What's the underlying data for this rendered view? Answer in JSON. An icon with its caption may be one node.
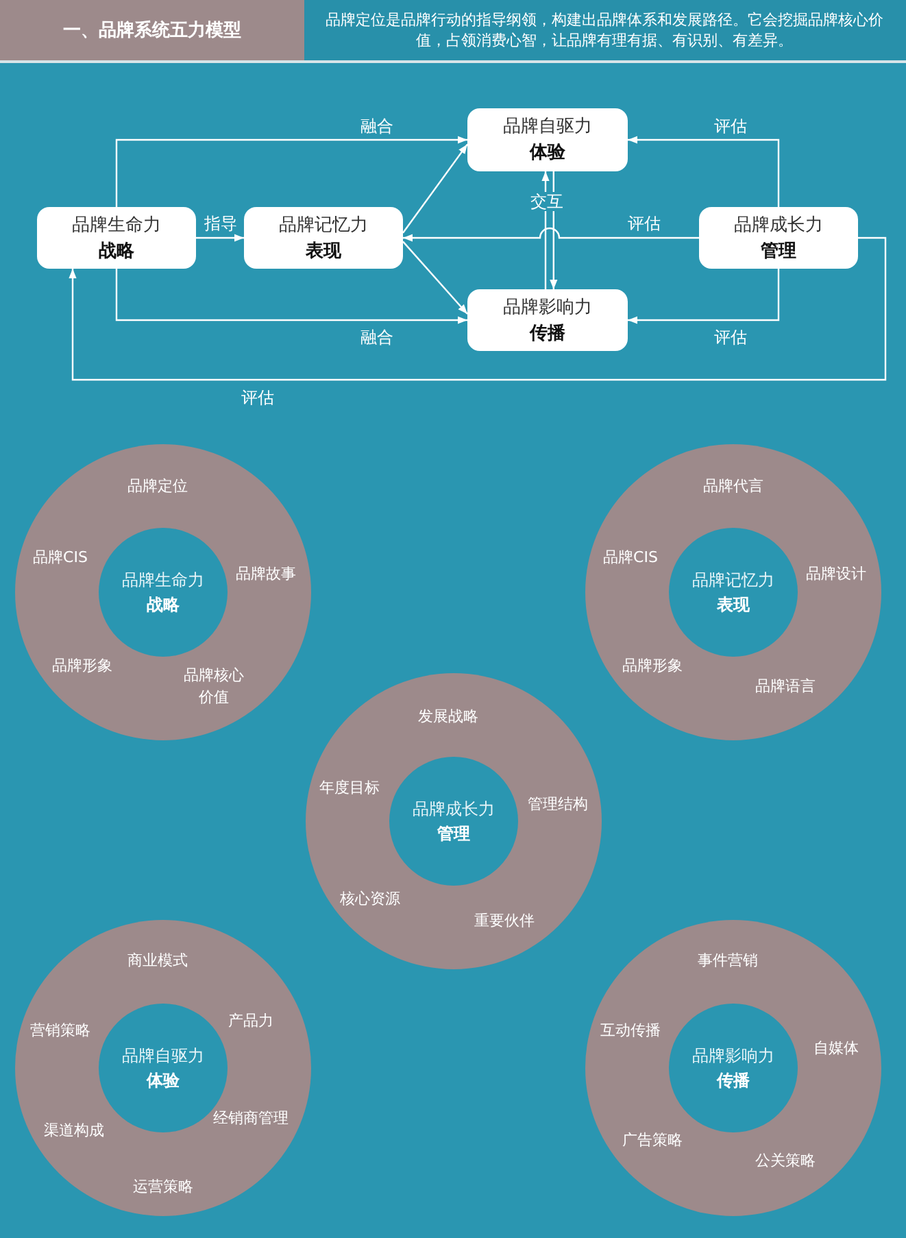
{
  "diagram": {
    "title": "一、品牌系统五力模型",
    "nodes": [
      {
        "text": [
          "品牌自驱力",
          "体验"
        ]
      },
      {
        "text": [
          "品牌生命力",
          "战略"
        ]
      },
      {
        "text": [
          "品牌记忆力",
          "表现"
        ]
      },
      {
        "text": [
          "品牌成长力",
          "管理"
        ]
      },
      {
        "text": [
          "品牌影响力",
          "传播"
        ]
      },
      {
        "text": [
          "品牌定位",
          "品牌故事",
          "品牌核心价值",
          "品牌形象",
          "品牌CIS"
        ]
      },
      {
        "text": [
          "品牌生命力",
          "战略"
        ],
        "in": 5
      },
      {
        "text": [
          "品牌代言",
          "品牌设计",
          "品牌语言",
          "品牌形象",
          "品牌CIS"
        ]
      },
      {
        "text": [
          "品牌记忆力",
          "表现"
        ],
        "in": 7
      },
      {
        "text": [
          "发展战略",
          "管理结构",
          "重要伙伴",
          "核心资源",
          "年度目标"
        ]
      },
      {
        "text": [
          "品牌成长力",
          "管理"
        ],
        "in": 9
      },
      {
        "text": [
          "商业模式",
          "产品力",
          "经销商管理",
          "运营策略",
          "渠道构成",
          "营销策略"
        ]
      },
      {
        "text": [
          "品牌自驱力",
          "体验"
        ],
        "in": 11
      },
      {
        "text": [
          "事件营销",
          "自媒体",
          "公关策略",
          "广告策略",
          "互动传播"
        ]
      },
      {
        "text": [
          "品牌影响力",
          "传播"
        ],
        "in": 13
      }
    ],
    "edges": [
      {
        "from": 1,
        "to": 2,
        "arrow": "to",
        "label": "指导"
      },
      {
        "from": 1,
        "to": 0,
        "arrow": "to",
        "label": "融合"
      },
      {
        "from": 1,
        "to": 4,
        "arrow": "to",
        "label": "融合"
      },
      {
        "from": 2,
        "to": 0,
        "arrow": "to"
      },
      {
        "from": 2,
        "to": 4,
        "arrow": "to"
      },
      {
        "from": 4,
        "to": 0,
        "arrow": "to",
        "label": "交互"
      },
      {
        "from": 0,
        "to": 4,
        "arrow": "to"
      },
      {
        "from": 3,
        "to": 0,
        "arrow": "to",
        "label": "评估"
      },
      {
        "from": 3,
        "to": 2,
        "arrow": "to",
        "label": "评估"
      },
      {
        "from": 3,
        "to": 4,
        "arrow": "to",
        "label": "评估"
      },
      {
        "from": 3,
        "to": 1,
        "arrow": "to",
        "label": "评估"
      }
    ],
    "labels": [
      "品牌定位是品牌行动的指导纲领，构建出品牌体系和发展路径。它会挖掘品牌核心价值，占领消费心智，让品牌有理有据、有识别、有差异。"
    ]
  }
}
